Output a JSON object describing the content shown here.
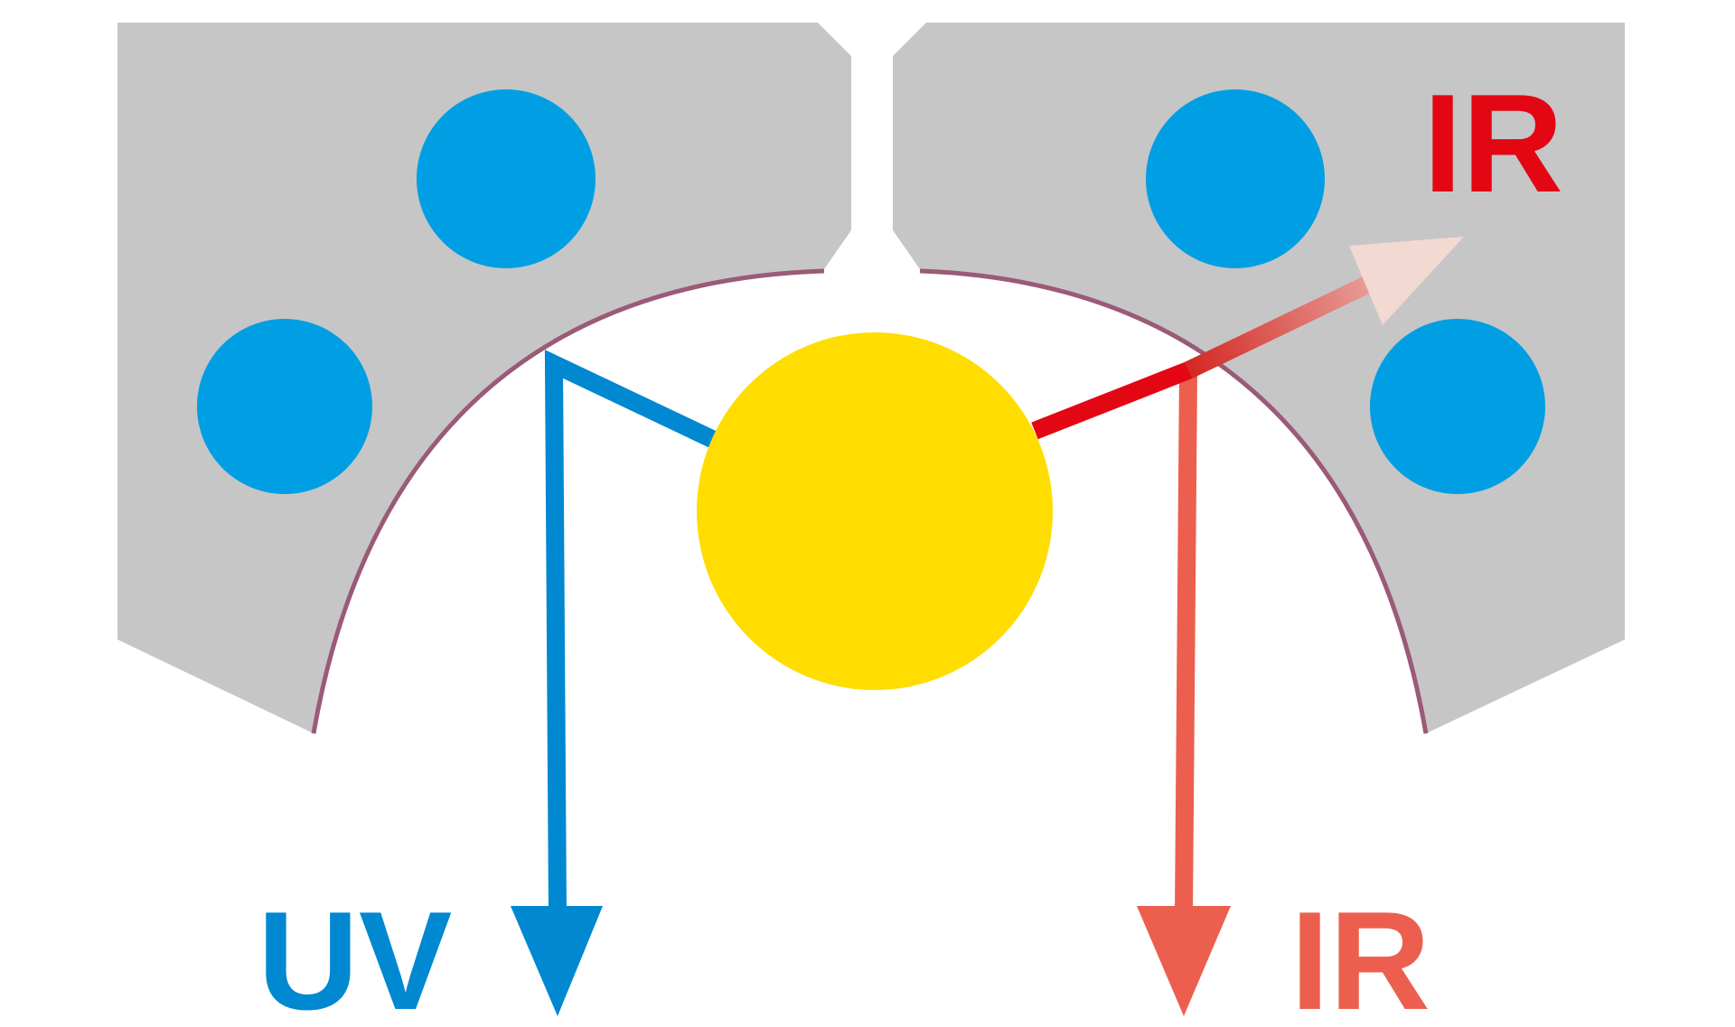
{
  "colors": {
    "background": "#ffffff",
    "housing": "#c6c6c6",
    "reflector_coating": "#9a5a78",
    "cooling_channel": "#009fe3",
    "lamp": "#ffdd00",
    "uv": "#0088d1",
    "ir_reflected": "#ec5f4f",
    "ir_transmitted": "#e30613",
    "ir_fade": "#f2d9d2"
  },
  "labels": {
    "uv": "UV",
    "ir_bottom": "IR",
    "ir_top": "IR"
  },
  "icons": {
    "lamp": "lamp-circle",
    "cooling_channels": "cooling-channel-circle",
    "arrows": "arrow-triangle"
  }
}
